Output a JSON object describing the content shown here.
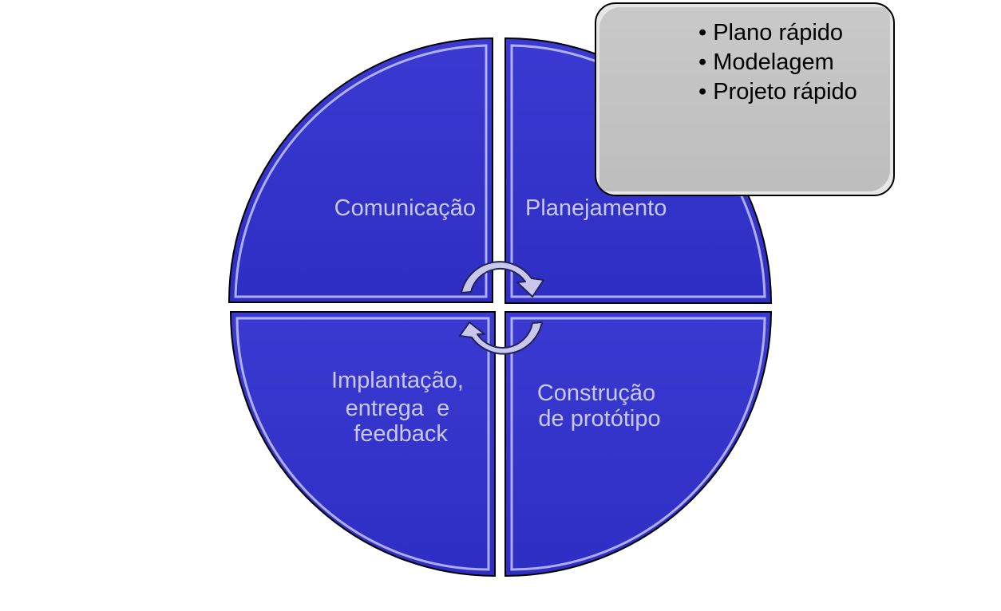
{
  "quadrants": {
    "top_left": {
      "label": "Comunicação"
    },
    "top_right": {
      "label": "Planejamento"
    },
    "bottom_left": {
      "lines": [
        "Implantação,",
        "entrega  e",
        "feedback"
      ]
    },
    "bottom_right": {
      "lines": [
        "Construção",
        "de protótipo"
      ]
    }
  },
  "note": {
    "items": [
      "Plano rápido",
      "Modelagem",
      "Projeto rápido"
    ]
  },
  "colors": {
    "quadrant_fill": "#3333cc",
    "quadrant_label": "#c8c8f0",
    "arrow_fill": "#c8c8ec",
    "note_fill": "#c4c4c4"
  },
  "icons": [
    "cycle-arrow-top-icon",
    "cycle-arrow-bottom-icon"
  ]
}
